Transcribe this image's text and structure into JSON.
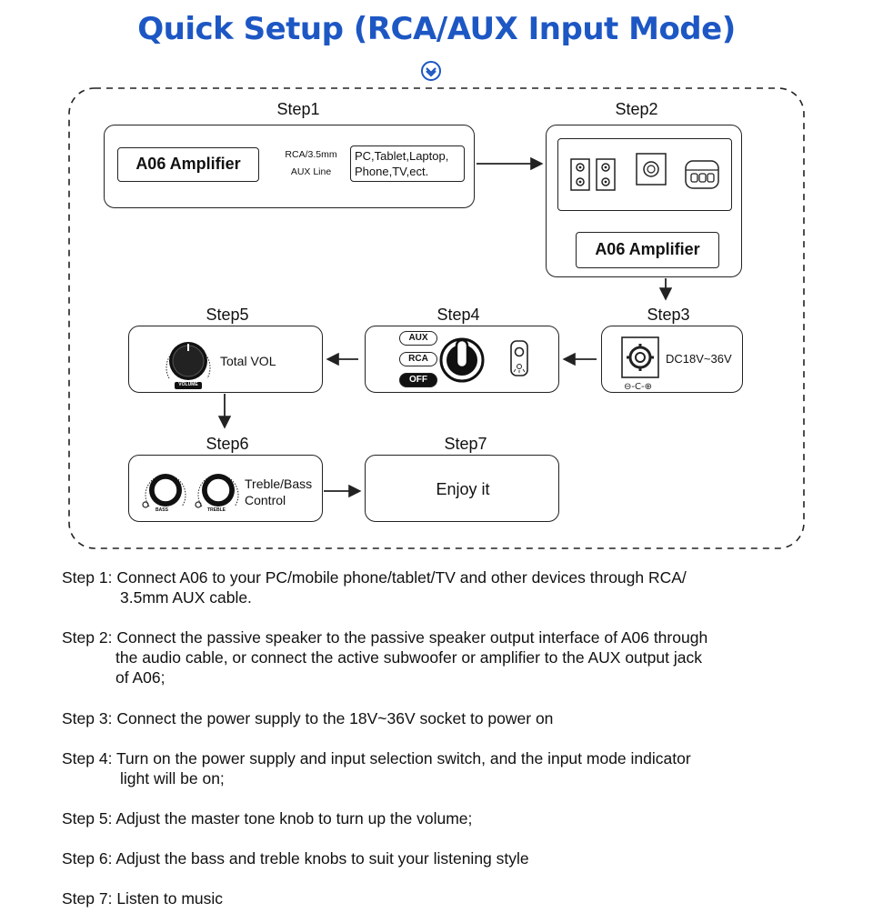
{
  "title": "Quick Setup (RCA/AUX Input Mode)",
  "steps": {
    "step1": "Step1",
    "step2": "Step2",
    "step3": "Step3",
    "step4": "Step4",
    "step5": "Step5",
    "step6": "Step6",
    "step7": "Step7"
  },
  "diagram": {
    "amplifier_label": "A06 Amplifier",
    "cable_label_line1": "RCA/3.5mm",
    "cable_label_line2": "AUX Line",
    "devices_line1": "PC,Tablet,Laptop,",
    "devices_line2": "Phone,TV,ect.",
    "power_label": "DC18V~36V",
    "switch_aux": "AUX",
    "switch_rca": "RCA",
    "switch_off": "OFF",
    "total_vol": "Total VOL",
    "knob_volume": "VOLUME",
    "treble_bass_line1": "Treble/Bass",
    "treble_bass_line2": "Control",
    "knob_bass": "BASS",
    "knob_treble": "TREBLE",
    "enjoy": "Enjoy it"
  },
  "instructions": [
    {
      "lead": "Step 1: Connect A06 to your PC/mobile phone/tablet/TV and other devices through RCA/",
      "cont": "3.5mm AUX cable."
    },
    {
      "lead": "Step 2: Connect the passive speaker to the passive speaker output interface of A06 through",
      "cont": "the audio cable, or connect the active subwoofer or amplifier to the AUX output jack",
      "cont2": "of A06;"
    },
    {
      "lead": "Step 3: Connect the power supply to the 18V~36V socket to power on"
    },
    {
      "lead": "Step 4: Turn on the power supply and input selection switch, and the input mode indicator",
      "cont": "light will be on;"
    },
    {
      "lead": "Step 5: Adjust the master tone knob to turn up the volume;"
    },
    {
      "lead": "Step 6: Adjust the bass and treble knobs to suit your listening style"
    },
    {
      "lead": "Step 7: Listen to music"
    }
  ],
  "colors": {
    "title": "#1d57c4",
    "line": "#222222"
  }
}
